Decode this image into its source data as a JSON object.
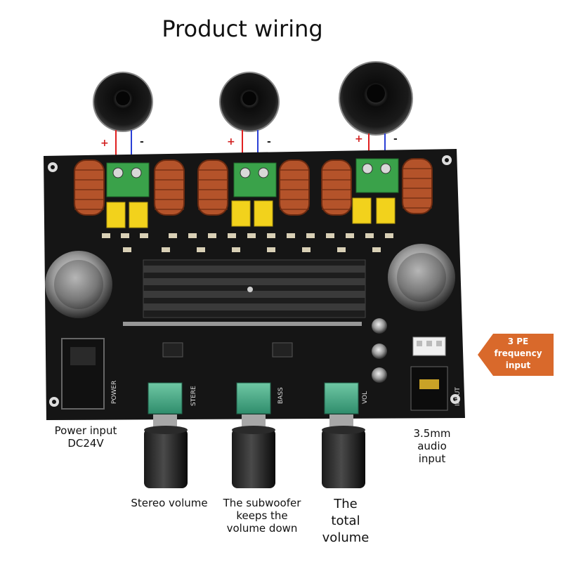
{
  "title": "Product wiring",
  "polarity": {
    "plus": "+",
    "minus": "-"
  },
  "callouts": {
    "power": "Power input DC24V",
    "audio": "3.5mm audio input",
    "stereo": "Stereo volume",
    "subwoofer": "The subwoofer keeps the volume down",
    "total": "The total volume"
  },
  "pe_badge": "3 PE frequency input",
  "board_labels": {
    "power": "POWER",
    "stereo": "STERE",
    "bass": "BASS",
    "vol": "VOL",
    "input": "INPUT"
  },
  "colors": {
    "board": "#151515",
    "inductor": "#b4532a",
    "terminal": "#3aa24a",
    "capacitor": "#f2d21c",
    "arrow": "#d9692b",
    "wire_red": "#e02020",
    "wire_blue": "#2a3fd6"
  }
}
